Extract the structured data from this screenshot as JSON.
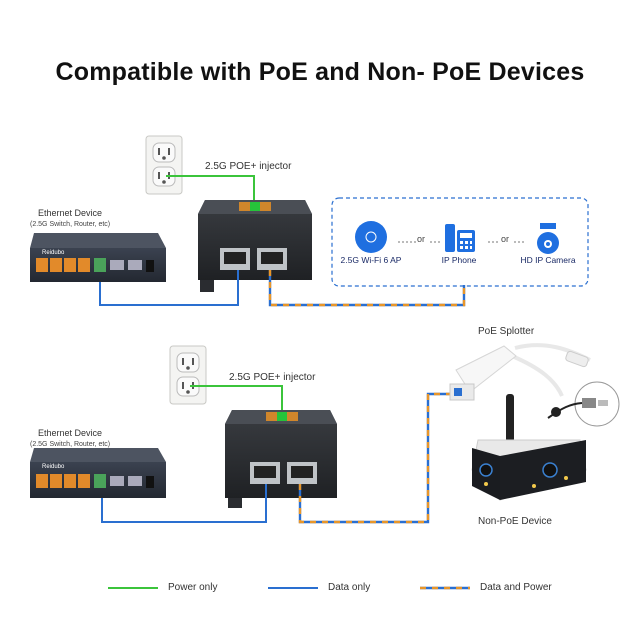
{
  "title": "Compatible with PoE and Non- PoE Devices",
  "top": {
    "injector_label": "2.5G POE+ injector",
    "ethernet_label": "Ethernet Device",
    "ethernet_sub": "(2.5G Switch, Router, etc)",
    "switch_brand": "Reidubo",
    "devices": [
      {
        "label": "2.5G Wi-Fi 6 AP",
        "icon": "wifi-ap-icon"
      },
      {
        "label": "IP Phone",
        "icon": "ip-phone-icon"
      },
      {
        "label": "HD IP Camera",
        "icon": "ip-camera-icon"
      }
    ],
    "or_text": "or"
  },
  "bottom": {
    "injector_label": "2.5G POE+ injector",
    "ethernet_label": "Ethernet Device",
    "ethernet_sub": "(2.5G Switch, Router, etc)",
    "switch_brand": "Reidubo",
    "splitter_label": "PoE Splotter",
    "nonpoe_label": "Non-PoE Device"
  },
  "legend": {
    "power": {
      "label": "Power only",
      "color": "#3bc43b"
    },
    "data": {
      "label": "Data only",
      "color": "#2a6fd0"
    },
    "both": {
      "label": "Data and Power",
      "color": "#e8962a"
    }
  }
}
